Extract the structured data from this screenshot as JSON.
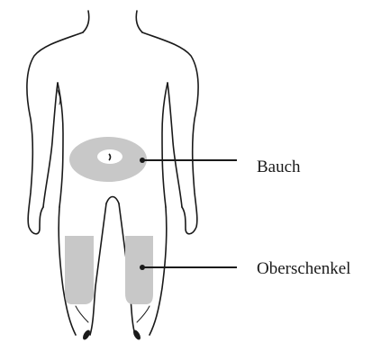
{
  "diagram": {
    "labels": {
      "abdomen": "Bauch",
      "thigh": "Oberschenkel"
    },
    "colors": {
      "outline": "#1a1a1a",
      "injection_zone": "#c8c8c8",
      "background": "#ffffff"
    },
    "icons": {
      "body": "human-body-front-outline",
      "abdomen_zone": "shaded-ring",
      "thigh_zone": "shaded-rectangle"
    }
  }
}
